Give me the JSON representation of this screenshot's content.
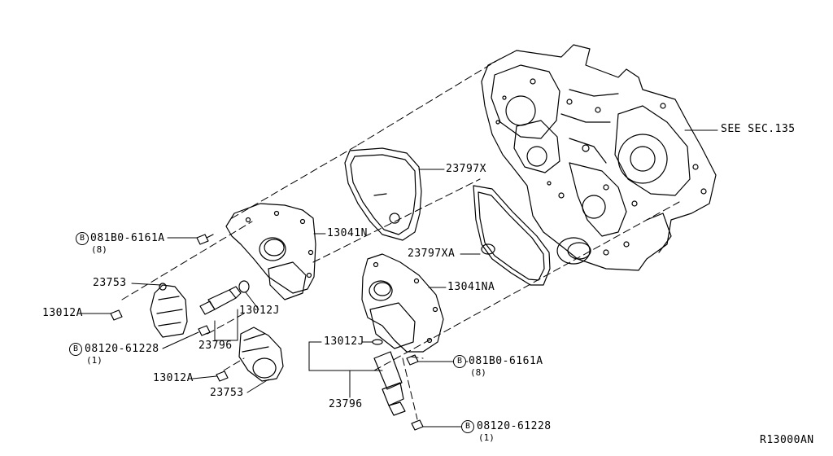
{
  "labels": {
    "see_sec": "SEE SEC.135",
    "p23797x": "23797X",
    "p23797xa": "23797XA",
    "p13041n": "13041N",
    "p13041na": "13041NA",
    "p23753_top": "23753",
    "p23753_bot": "23753",
    "p13012a_top": "13012A",
    "p13012a_bot": "13012A",
    "p13012j_left": "13012J",
    "p13012j_mid": "13012J",
    "p23796_left": "23796",
    "p23796_mid": "23796",
    "bolt_left_code": "081B0-6161A",
    "bolt_left_qty": "(8)",
    "bolt_right_code": "081B0-6161A",
    "bolt_right_qty": "(8)",
    "bolt2_left_code": "08120-61228",
    "bolt2_left_qty": "(1)",
    "bolt2_right_code": "08120-61228",
    "bolt2_right_qty": "(1)",
    "bolt_marker": "B",
    "ref_code": "R13000AN"
  },
  "colors": {
    "line": "#000000",
    "background": "#ffffff"
  }
}
